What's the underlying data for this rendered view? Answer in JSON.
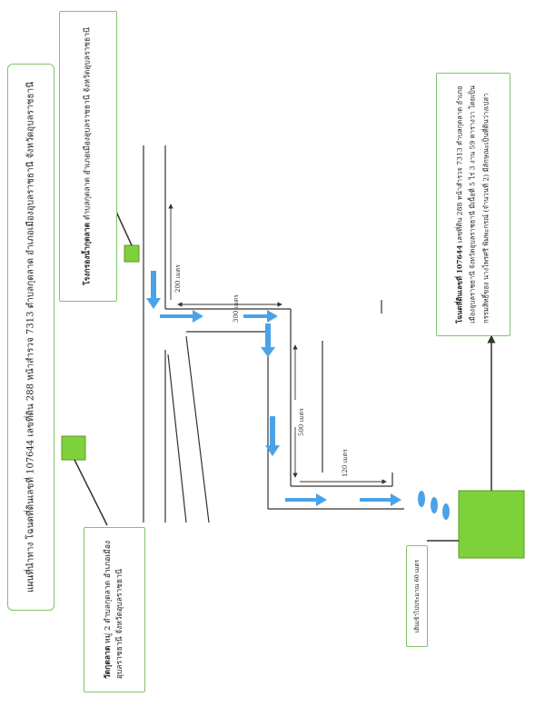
{
  "title_box": {
    "text": "แผนที่นำทาง โฉนดที่ดินเลขที่ 107644 เลขที่ดิน 288 หน้าสำรวจ 7313 ตำบลกุดลาด อำเภอเมืองอุบลราชธานี จังหวัดอุบลราชธานี"
  },
  "school_box": {
    "name": "โรงกรองน้ำกุดลาด",
    "detail": " ตำบลกุดลาด อำเภอเมืองอุบลราชธานี จังหวัดอุบลราชธานี"
  },
  "temple_box": {
    "line1_bold": "วัดกุดลาด",
    "line1": " หมู่ 2 ตำบลกุดลาด อำเภอเมือง",
    "line2": "อุบลราชธานี จังหวัดอุบลราชธานี"
  },
  "deed_box": {
    "line1_bold": "โฉนดที่ดินเลขที่ 107644",
    "line1": " เลขที่ดิน 288 หน้าสำรวจ 7313 ตำบลกุดลาด อำเภอ",
    "line2": "เมืองอุบลราชธานี จังหวัดอุบลราชธานี มีเนื้อที่ 5 ไร่ 3 งาน 59 ตารางวา โดยเป็น",
    "line3": "กรรมสิทธิ์ของ นางไพรศรี พิมพะกรณ์ (จำนวนที่ 2) มีลักษณะเป็นที่ดินว่างเปล่า"
  },
  "walk_box": {
    "text": "เดินเข้าไปประมาณ 60 เมตร"
  },
  "distances": {
    "d200": "200 เมตร",
    "d300": "300 เมตร",
    "d500": "500 เมตร",
    "d120": "120 เมตร"
  },
  "colors": {
    "box_border": "#7ec46a",
    "landmark_fill": "#7ed13a",
    "arrow_blue": "#4aa3e8",
    "road_line": "#333333"
  }
}
